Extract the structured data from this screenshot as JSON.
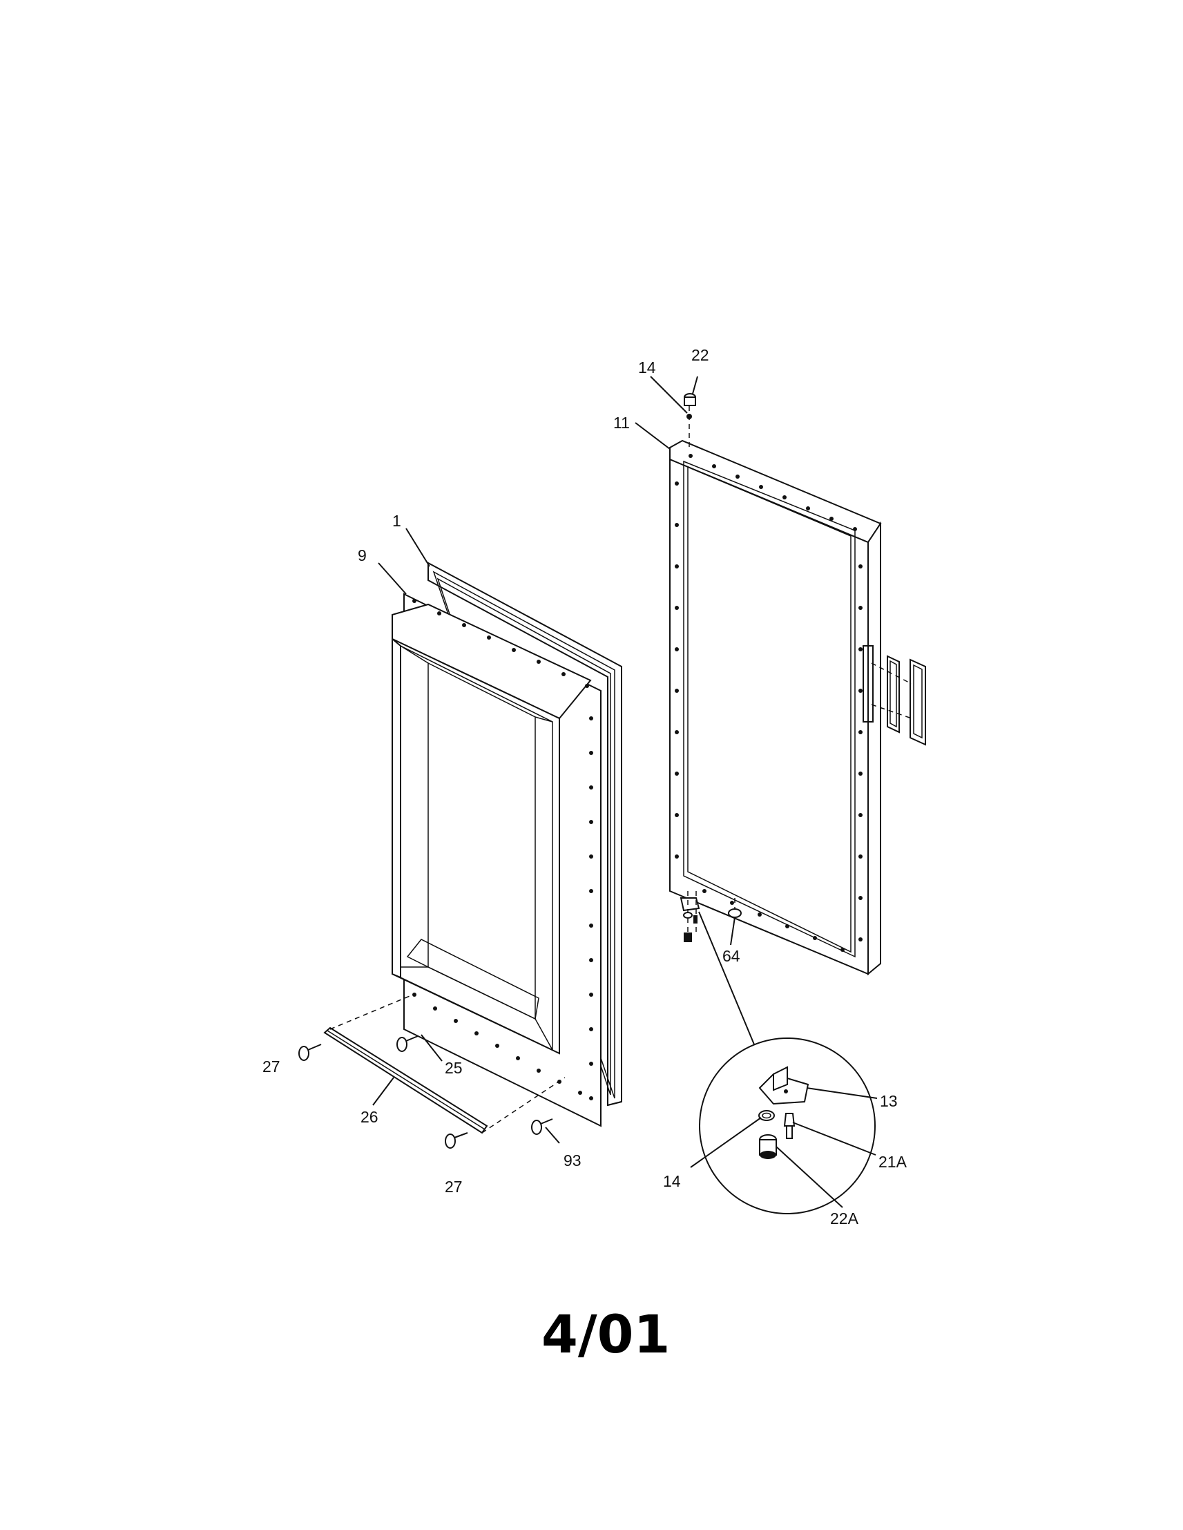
{
  "part_labels": {
    "p1": "1",
    "p9": "9",
    "p11": "11",
    "p13": "13",
    "p14_top": "14",
    "p14_detail": "14",
    "p21a": "21A",
    "p22_top": "22",
    "p22a": "22A",
    "p25": "25",
    "p26": "26",
    "p27_left": "27",
    "p27_bottom": "27",
    "p64": "64",
    "p93": "93"
  },
  "date_code": "4/01",
  "colors": {
    "ink": "#111111",
    "background": "#ffffff"
  }
}
